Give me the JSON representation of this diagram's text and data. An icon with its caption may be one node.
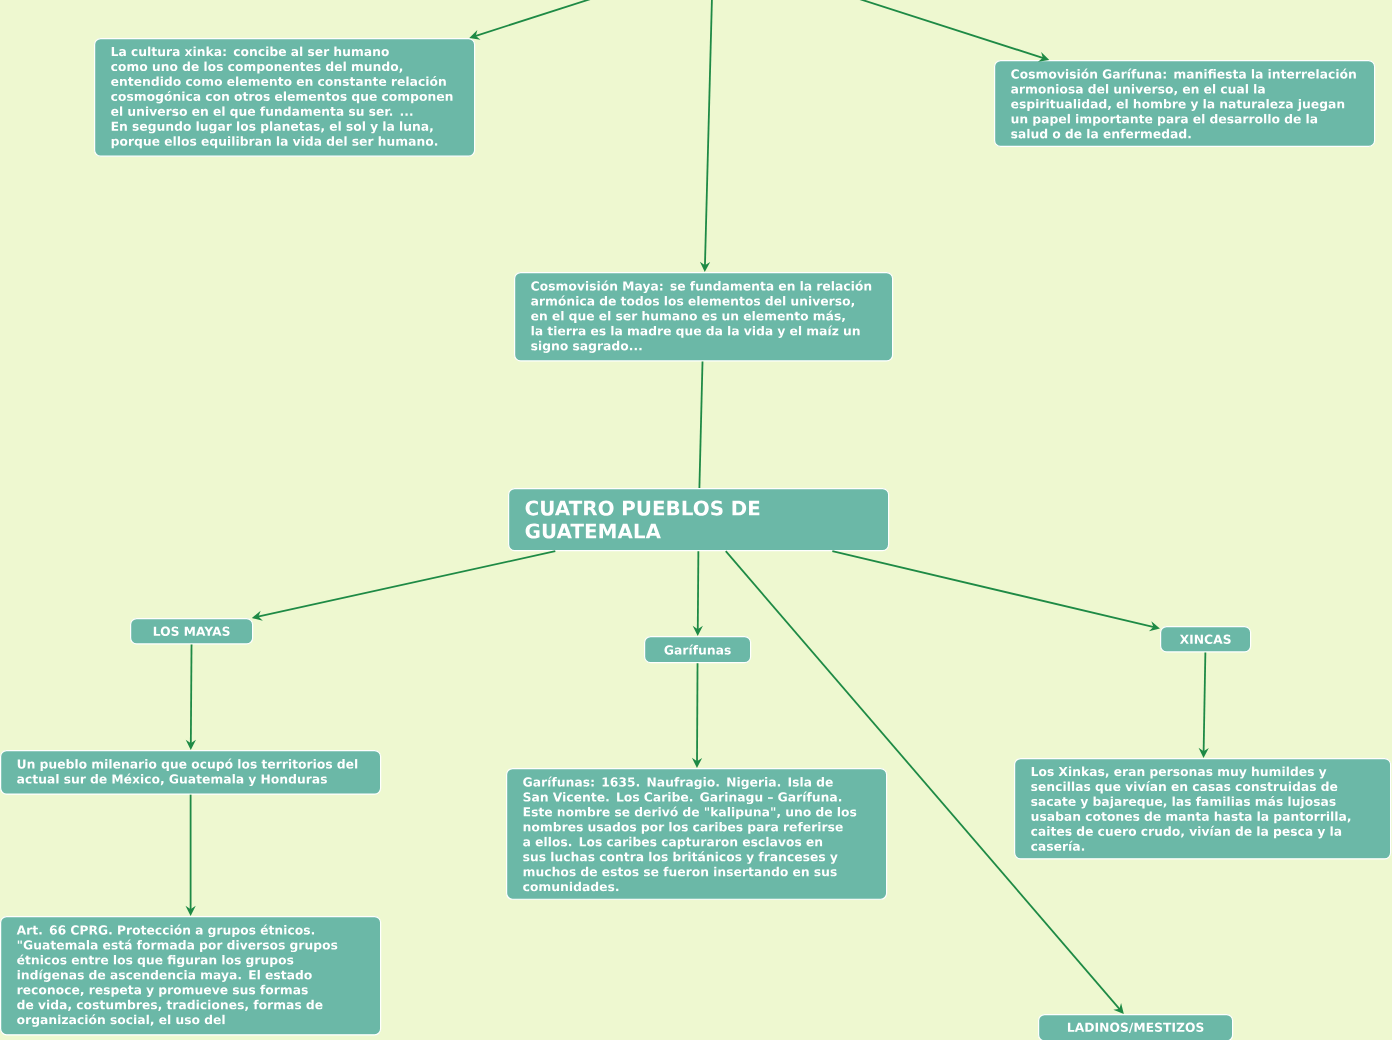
{
  "diagram": {
    "nodes": [
      {
        "text": [
          "La cultura xinka: concibe al ser humano como uno de los componentes del mundo, entendido como elemento en constante relación cosmogónica con otros elementos que componen el universo en el que fundamenta su ser. ... En segundo lugar los planetas, el sol y la luna, porque ellos equilibran la vida del ser humano."
        ]
      },
      {
        "text": [
          "Cosmovisión Garífuna: manifiesta la interrelación armoniosa del universo, en el cual la espiritualidad, el hombre y la naturaleza juegan un papel importante para el desarrollo de la salud o de la enfermedad."
        ]
      },
      {
        "text": [
          "Cosmovisión Maya: se fundamenta en la relación armónica de todos los elementos del universo, en el que el ser humano es un elemento más, la tierra es la madre que da la vida y el maíz un signo sagrado..."
        ]
      },
      {
        "text": [
          "CUATRO PUEBLOS DE GUATEMALA"
        ]
      },
      {
        "text": [
          "LOS MAYAS"
        ]
      },
      {
        "text": [
          "Garífunas"
        ]
      },
      {
        "text": [
          "XINCAS"
        ]
      },
      {
        "text": [
          "Un pueblo milenario que ocupó los territorios del actual sur de México, Guatemala y Honduras"
        ]
      },
      {
        "text": [
          "Garífunas: 1635. Naufragio. Nigeria. Isla de San Vicente. Los Caribe. Garinagu – Garífuna. Este nombre se derivó de \"kalipuna\", uno de los nombres usados por los caribes para referirse a ellos. Los caribes capturaron esclavos en sus luchas contra los británicos y franceses y muchos de estos se fueron insertando en sus comunidades."
        ]
      },
      {
        "text": [
          "Los Xinkas, eran personas muy humildes y sencillas que vivían en casas construidas de sacate y bajareque, las familias más lujosas usaban cotones de manta hasta la pantorrilla, caites de cuero crudo, vivían de la pesca y la casería."
        ]
      },
      {
        "text": [
          "Art. 66 CPRG. Protección a grupos étnicos. \"Guatemala está formada por diversos grupos étnicos entre los que figuran los grupos indígenas de ascendencia maya. El estado reconoce, respeta y promueve sus formas de vida, costumbres, tradiciones, formas de organización social, el uso del"
        ]
      },
      {
        "text": [
          "LADINOS/MESTIZOS"
        ]
      }
    ],
    "edges": [
      {
        "from": null,
        "to": 0,
        "arrow": "to"
      },
      {
        "from": null,
        "to": 2,
        "arrow": "to"
      },
      {
        "from": null,
        "to": 1,
        "arrow": "to"
      },
      {
        "from": 2,
        "to": 3,
        "arrow": "none"
      },
      {
        "from": 3,
        "to": 4,
        "arrow": "to"
      },
      {
        "from": 3,
        "to": 5,
        "arrow": "to"
      },
      {
        "from": 3,
        "to": 11,
        "arrow": "to"
      },
      {
        "from": 3,
        "to": 6,
        "arrow": "to"
      },
      {
        "from": 4,
        "to": 7,
        "arrow": "to"
      },
      {
        "from": 5,
        "to": 8,
        "arrow": "to"
      },
      {
        "from": 6,
        "to": 9,
        "arrow": "to"
      },
      {
        "from": 7,
        "to": 10,
        "arrow": "to"
      }
    ]
  }
}
